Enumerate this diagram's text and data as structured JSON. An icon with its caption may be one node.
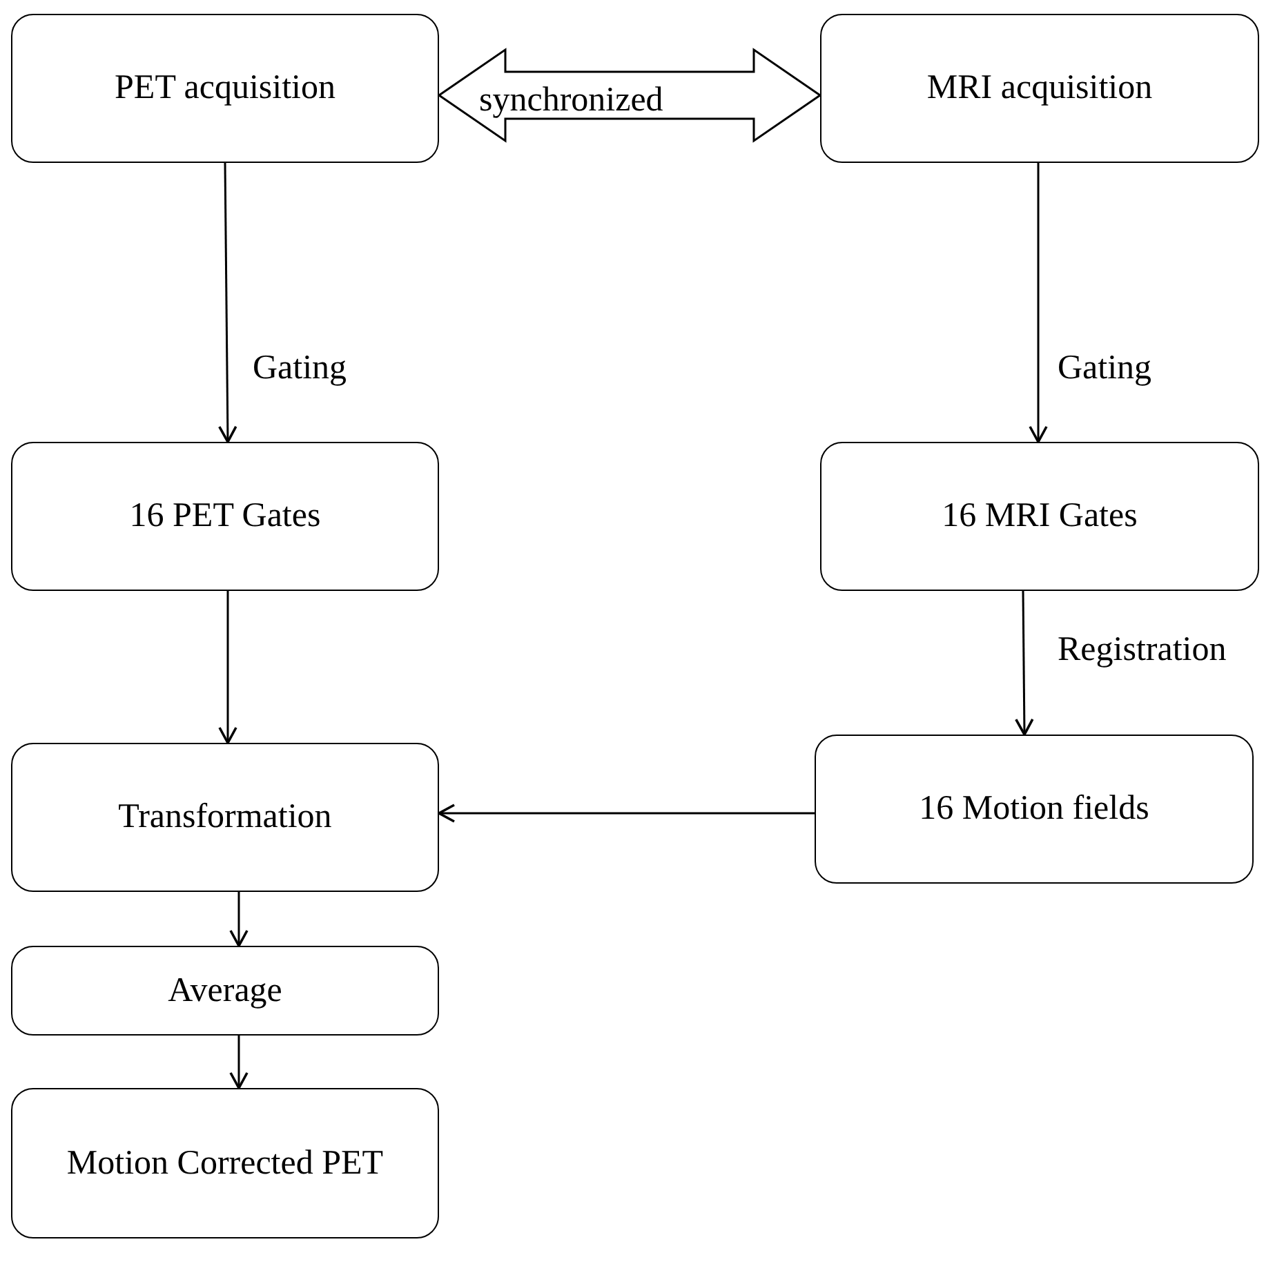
{
  "diagram": {
    "nodes": [
      {
        "text": [
          "PET acquisition"
        ]
      },
      {
        "text": [
          "MRI acquisition"
        ]
      },
      {
        "text": [
          "16 PET Gates"
        ]
      },
      {
        "text": [
          "16 MRI Gates"
        ]
      },
      {
        "text": [
          "Transformation"
        ]
      },
      {
        "text": [
          "16 Motion fields"
        ]
      },
      {
        "text": [
          "Average"
        ]
      },
      {
        "text": [
          "Motion Corrected PET"
        ]
      }
    ],
    "edges": [
      {
        "from": 0,
        "to": 1,
        "arrow": "both",
        "label": "synchronized",
        "style": "thick"
      },
      {
        "from": 0,
        "to": 2,
        "arrow": "to",
        "label": "Gating"
      },
      {
        "from": 1,
        "to": 3,
        "arrow": "to",
        "label": "Gating"
      },
      {
        "from": 2,
        "to": 4,
        "arrow": "to"
      },
      {
        "from": 3,
        "to": 5,
        "arrow": "to",
        "label": "Registration"
      },
      {
        "from": 5,
        "to": 4,
        "arrow": "to"
      },
      {
        "from": 4,
        "to": 6,
        "arrow": "to"
      },
      {
        "from": 6,
        "to": 7,
        "arrow": "to"
      }
    ]
  }
}
